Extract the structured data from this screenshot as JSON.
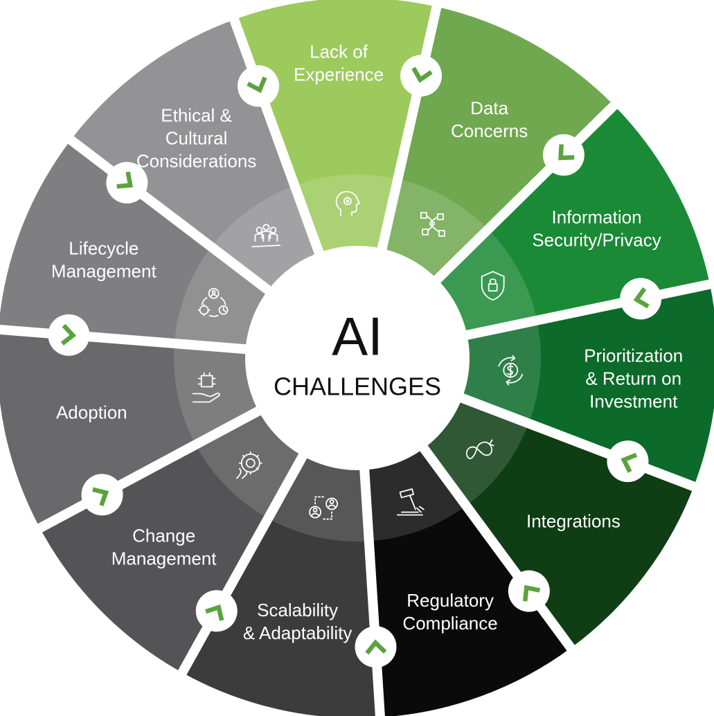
{
  "center": {
    "title": "AI",
    "subtitle": "CHALLENGES"
  },
  "colors": {
    "gap": "#ffffff",
    "chevron_stroke": "#5aa33f",
    "center_fill": "#ffffff"
  },
  "segments": [
    {
      "key": "lack-of-experience",
      "lines": [
        "Lack of",
        "Experience"
      ],
      "color": "#9dca5d",
      "icon": "head-gear-icon"
    },
    {
      "key": "data-concerns",
      "lines": [
        "Data",
        "Concerns"
      ],
      "color": "#6fa84f",
      "icon": "data-network-icon"
    },
    {
      "key": "information-security-privacy",
      "lines": [
        "Information",
        "Security/Privacy"
      ],
      "color": "#1a8a36",
      "icon": "shield-lock-icon"
    },
    {
      "key": "prioritization-roi",
      "lines": [
        "Prioritization",
        "& Return on",
        "Investment"
      ],
      "color": "#0c6a2a",
      "icon": "dollar-cycle-icon"
    },
    {
      "key": "integrations",
      "lines": [
        "Integrations"
      ],
      "color": "#0f3d14",
      "icon": "infinity-loop-icon"
    },
    {
      "key": "regulatory-compliance",
      "lines": [
        "Regulatory",
        "Compliance"
      ],
      "color": "#0a0a0a",
      "icon": "gavel-icon"
    },
    {
      "key": "scalability-adaptability",
      "lines": [
        "Scalability",
        "& Adaptability"
      ],
      "color": "#3c3c3d",
      "icon": "users-exchange-icon"
    },
    {
      "key": "change-management",
      "lines": [
        "Change",
        "Management"
      ],
      "color": "#545456",
      "icon": "brain-gear-icon"
    },
    {
      "key": "adoption",
      "lines": [
        "Adoption"
      ],
      "color": "#69696b",
      "icon": "ai-chip-hand-icon"
    },
    {
      "key": "lifecycle-management",
      "lines": [
        "Lifecycle",
        "Management"
      ],
      "color": "#7f7f81",
      "icon": "lifecycle-cycle-icon"
    },
    {
      "key": "ethical-cultural",
      "lines": [
        "Ethical &",
        "Cultural",
        "Considerations"
      ],
      "color": "#939395",
      "icon": "people-group-icon"
    }
  ]
}
